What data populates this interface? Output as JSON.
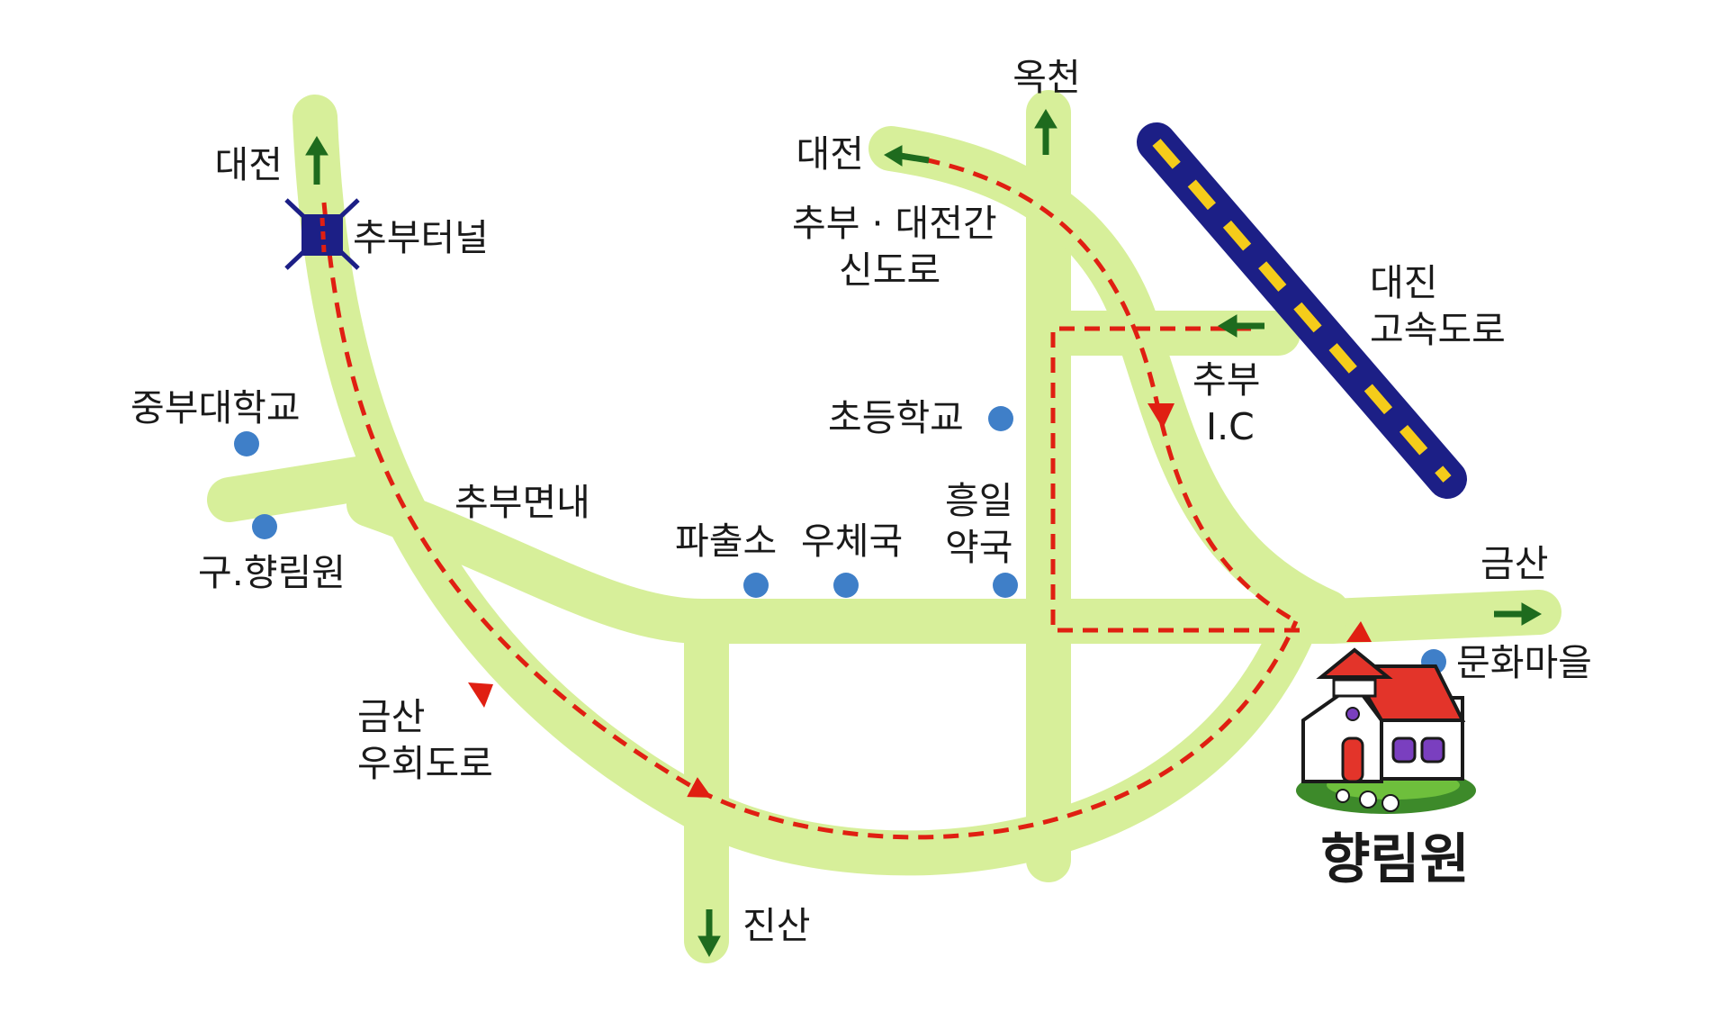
{
  "colors": {
    "road": "#d7ef9a",
    "route": "#e01f12",
    "arrow": "#1e6b1e",
    "poi": "#3f7fc8",
    "highway": "#1c1f86",
    "highway_dash": "#f5cc1a",
    "tunnel": "#1c1f86"
  },
  "labels": {
    "daejeon_left": "대전",
    "chubu_tunnel": "추부터널",
    "chungbu_univ": "중부대학교",
    "old_hyangnimwon": "구.향림원",
    "chubu_myeon": "추부면내",
    "geumsan_bypass_1": "금산",
    "geumsan_bypass_2": "우회도로",
    "police_box": "파출소",
    "post_office": "우체국",
    "heungil_1": "흥일",
    "heungil_2": "약국",
    "elementary_school": "초등학교",
    "okcheon": "옥천",
    "daejeon_top": "대전",
    "new_road_1": "추부 · 대전간",
    "new_road_2": "신도로",
    "daejin_1": "대진",
    "daejin_2": "고속도로",
    "chubu_ic_1": "추부",
    "chubu_ic_2": "I.C",
    "geumsan_right": "금산",
    "culture_village": "문화마을",
    "jinsan": "진산",
    "hyangnimwon": "향림원"
  },
  "icons": [
    "direction-arrow-icon",
    "tunnel-icon",
    "poi-dot-icon",
    "house-icon"
  ]
}
